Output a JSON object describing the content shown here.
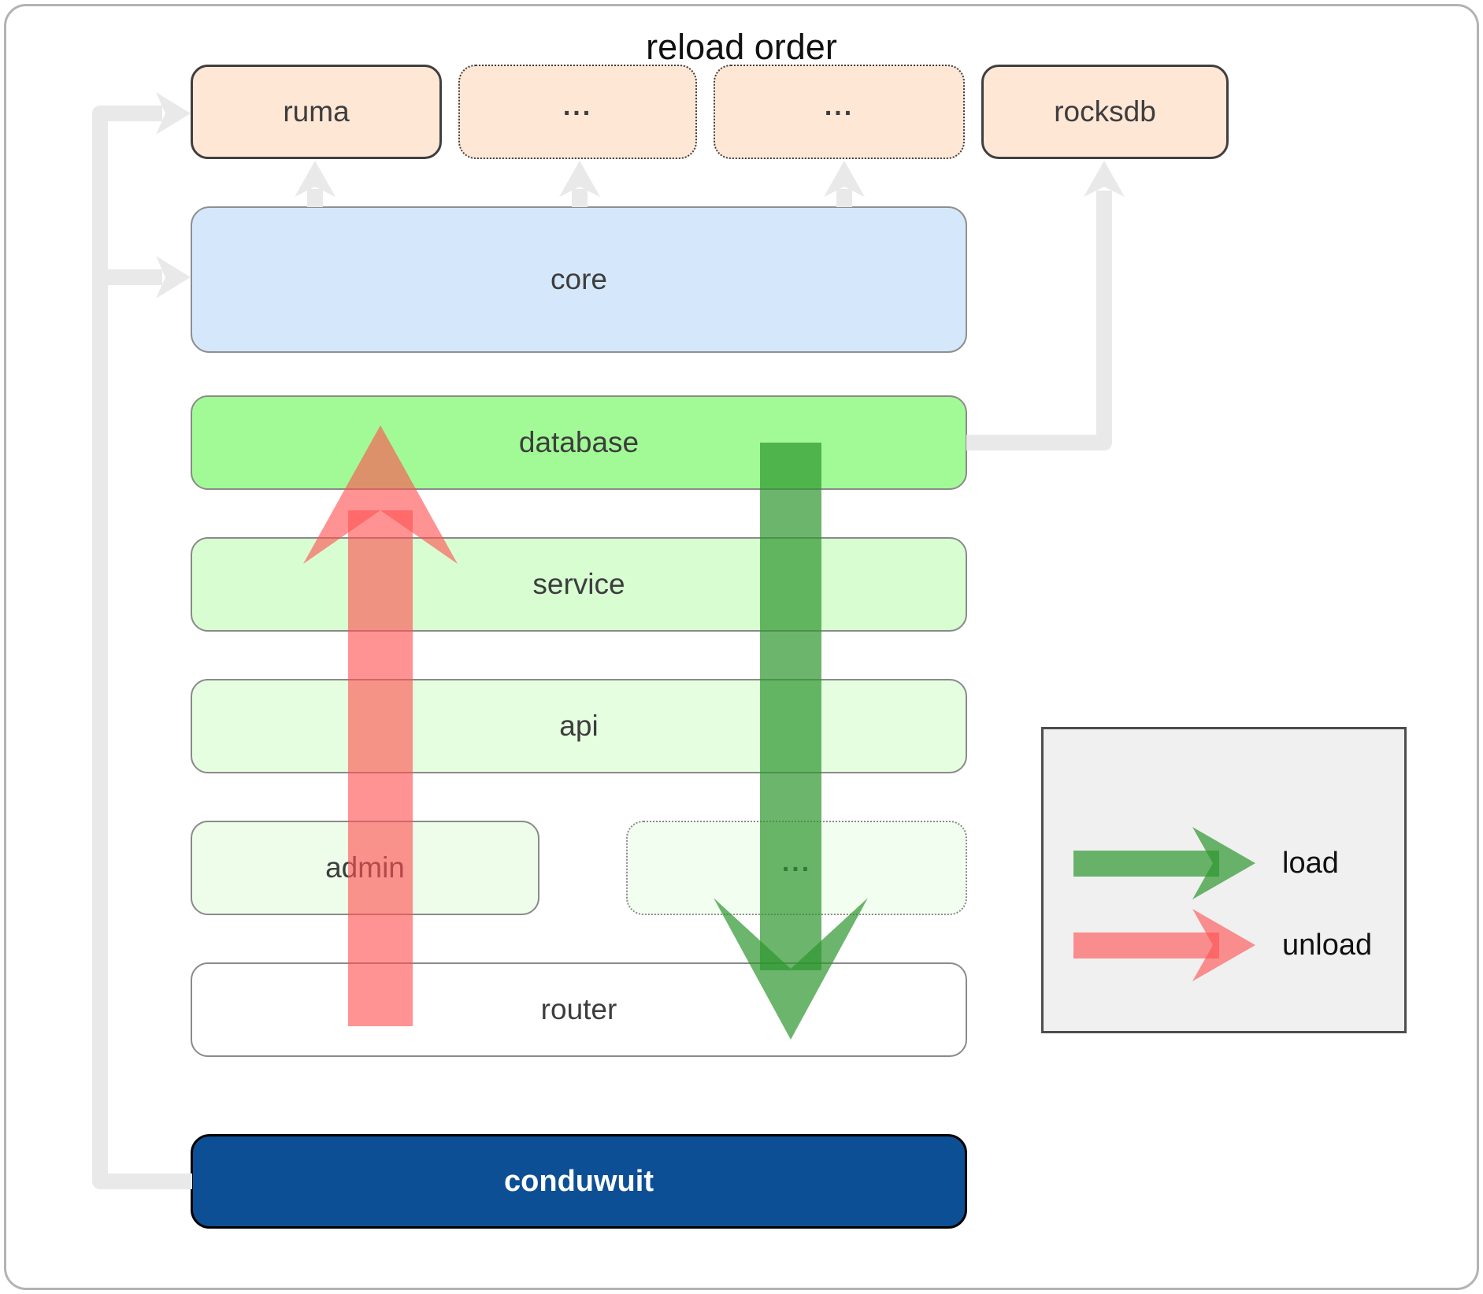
{
  "boxes": {
    "ruma": "ruma",
    "ext1": "...",
    "ext2": "...",
    "rocksdb": "rocksdb",
    "core": "core",
    "database": "database",
    "service": "service",
    "api": "api",
    "admin": "admin",
    "more": "...",
    "router": "router",
    "conduwuit": "conduwuit"
  },
  "legend": {
    "title": "reload order",
    "load_label": "load",
    "unload_label": "unload"
  },
  "colors": {
    "load_green": "#2d962d",
    "unload_red": "#ff5050",
    "connector_gray": "#e9e9e9",
    "fill_external": "#ffe7d6",
    "fill_core": "#d5e8fb",
    "fill_database": "#a2fa96",
    "fill_service": "#d7fdd1",
    "fill_api": "#e5fee0",
    "fill_admin": "#edfdea",
    "fill_more": "#f2fef0",
    "fill_router": "#ffffff",
    "fill_app": "#0d4f94"
  }
}
